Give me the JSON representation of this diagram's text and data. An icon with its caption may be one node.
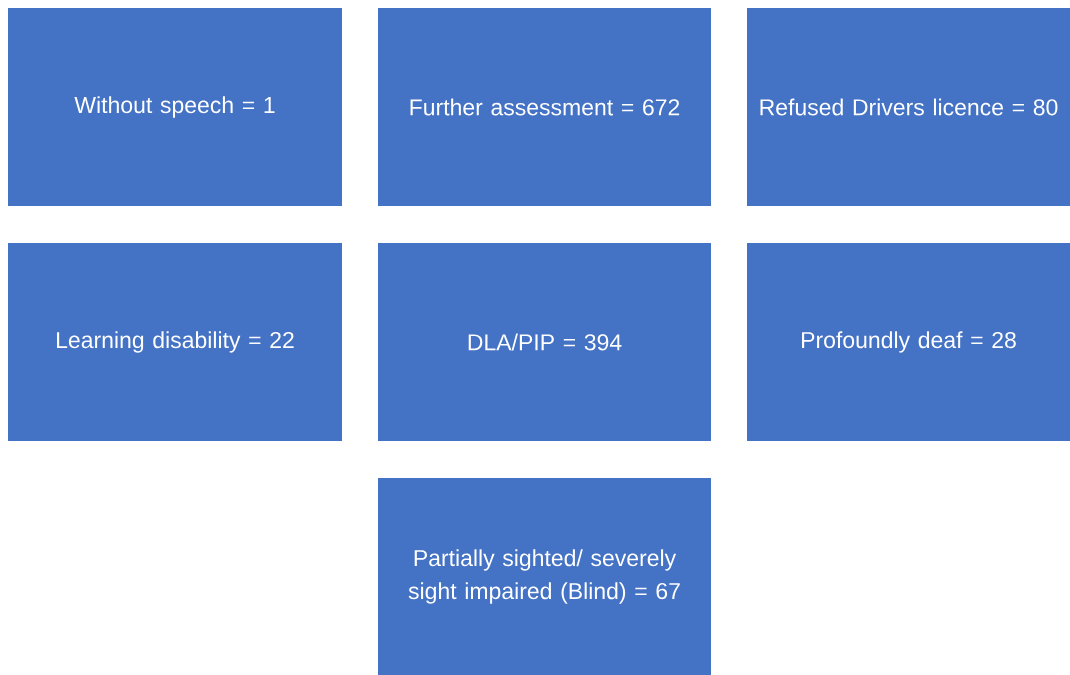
{
  "diagram": {
    "nodes": [
      {
        "text": [
          "Without speech = 1"
        ]
      },
      {
        "text": [
          "Further assessment = 672"
        ]
      },
      {
        "text": [
          "Refused Drivers licence = 80"
        ]
      },
      {
        "text": [
          "Learning disability = 22"
        ]
      },
      {
        "text": [
          "DLA/PIP = 394"
        ]
      },
      {
        "text": [
          "Profoundly deaf = 28"
        ]
      },
      {
        "text": [
          "Partially sighted/ severely sight impaired (Blind) = 67"
        ]
      }
    ]
  }
}
